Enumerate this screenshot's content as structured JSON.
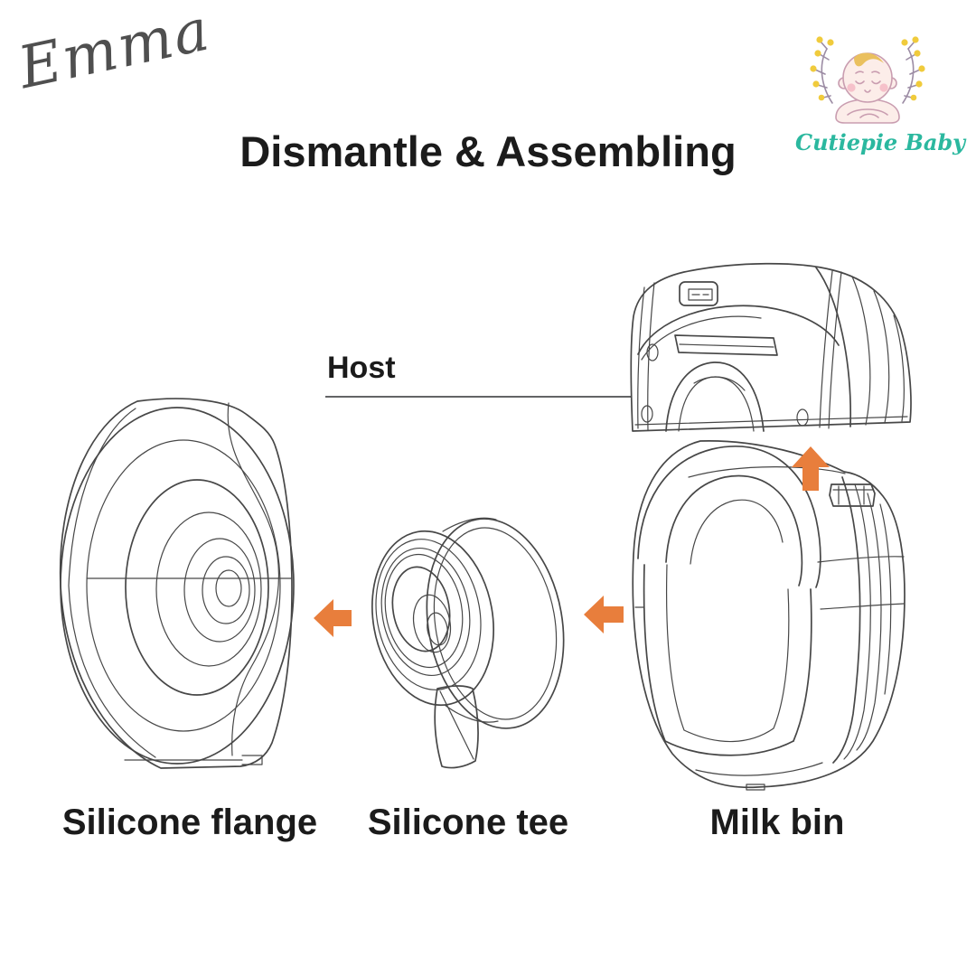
{
  "header": {
    "signature": "Emma",
    "title": "Dismantle & Assembling",
    "logo": {
      "brand": "Cutiepie Baby"
    }
  },
  "diagram": {
    "parts": [
      {
        "id": "host",
        "label": "Host"
      },
      {
        "id": "silicone-flange",
        "label": "Silicone flange"
      },
      {
        "id": "silicone-tee",
        "label": "Silicone tee"
      },
      {
        "id": "milk-bin",
        "label": "Milk bin"
      }
    ],
    "arrows": [
      {
        "id": "arrow-tee-to-flange",
        "direction": "left"
      },
      {
        "id": "arrow-bin-to-tee",
        "direction": "left"
      },
      {
        "id": "arrow-bin-to-host",
        "direction": "up"
      }
    ]
  },
  "colors": {
    "background": "#ffffff",
    "ink": "#1b1b1b",
    "line": "#474747",
    "arrow": "#E87E3C",
    "signature": "#4f4f4f",
    "underline": "#636466",
    "brand_teal": "#2BB89F",
    "flower_yellow": "#F0CB3C",
    "branch": "#9C8CA4",
    "baby_skin": "#FCEDE9",
    "baby_outline": "#C99DB0",
    "hair": "#EAC05E",
    "cheek": "#F5B8C4"
  }
}
